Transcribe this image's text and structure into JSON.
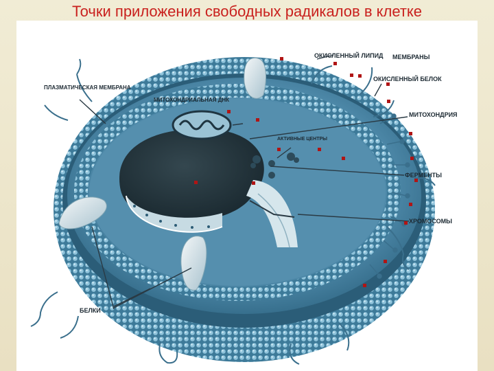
{
  "slide": {
    "title": "Точки приложения свободных радикалов в клетке"
  },
  "diagram": {
    "labels": {
      "oxidized_lipid": "окисленный липид",
      "membranes": "мембраны",
      "oxidized_protein": "окисленный белок",
      "mitochondria": "митохондрия",
      "enzymes": "ферменты",
      "chromosomes": "хромосомы",
      "proteins": "белки",
      "plasma_membrane": "плазматическая мембрана",
      "mitochondrial_dna": "митохондриальная днк",
      "active_sites": "активные центры"
    },
    "marker_color": "#b01515",
    "cell_color": "#4f8fb0"
  }
}
